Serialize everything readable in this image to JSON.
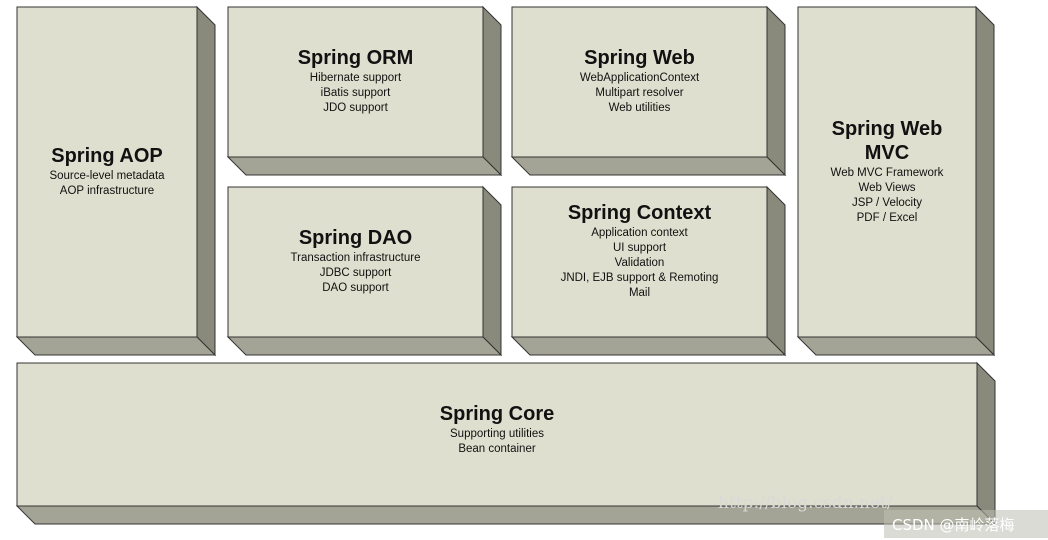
{
  "colors": {
    "box_face": "#dfdfcf",
    "box_side": "#8a8a7c",
    "box_bottom": "#a4a496",
    "outline": "#333333",
    "background": "#ffffff"
  },
  "modules": [
    {
      "id": "spring-aop",
      "title": [
        "Spring AOP"
      ],
      "items": [
        "Source-level metadata",
        "AOP infrastructure"
      ]
    },
    {
      "id": "spring-orm",
      "title": [
        "Spring ORM"
      ],
      "items": [
        "Hibernate support",
        "iBatis support",
        "JDO support"
      ]
    },
    {
      "id": "spring-web",
      "title": [
        "Spring Web"
      ],
      "items": [
        "WebApplicationContext",
        "Multipart resolver",
        "Web utilities"
      ]
    },
    {
      "id": "spring-web-mvc",
      "title": [
        "Spring Web",
        "MVC"
      ],
      "items": [
        "Web MVC Framework",
        "Web Views",
        "JSP / Velocity",
        "PDF / Excel"
      ]
    },
    {
      "id": "spring-dao",
      "title": [
        "Spring DAO"
      ],
      "items": [
        "Transaction infrastructure",
        "JDBC support",
        "DAO support"
      ]
    },
    {
      "id": "spring-context",
      "title": [
        "Spring Context"
      ],
      "items": [
        "Application context",
        "UI support",
        "Validation",
        "JNDI, EJB support & Remoting",
        "Mail"
      ]
    },
    {
      "id": "spring-core",
      "title": [
        "Spring Core"
      ],
      "items": [
        "Supporting utilities",
        "Bean container"
      ]
    }
  ],
  "watermark": {
    "url": "http://blog.csdn.net/",
    "credit": "CSDN @南岭落梅"
  }
}
